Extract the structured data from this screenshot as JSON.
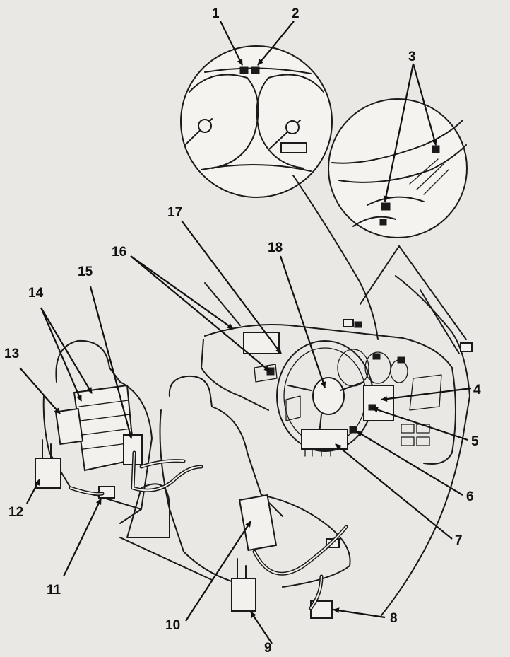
{
  "diagram": {
    "callouts": [
      "1",
      "2",
      "3",
      "4",
      "5",
      "6",
      "7",
      "8",
      "9",
      "10",
      "11",
      "12",
      "13",
      "14",
      "15",
      "16",
      "17",
      "18"
    ]
  }
}
